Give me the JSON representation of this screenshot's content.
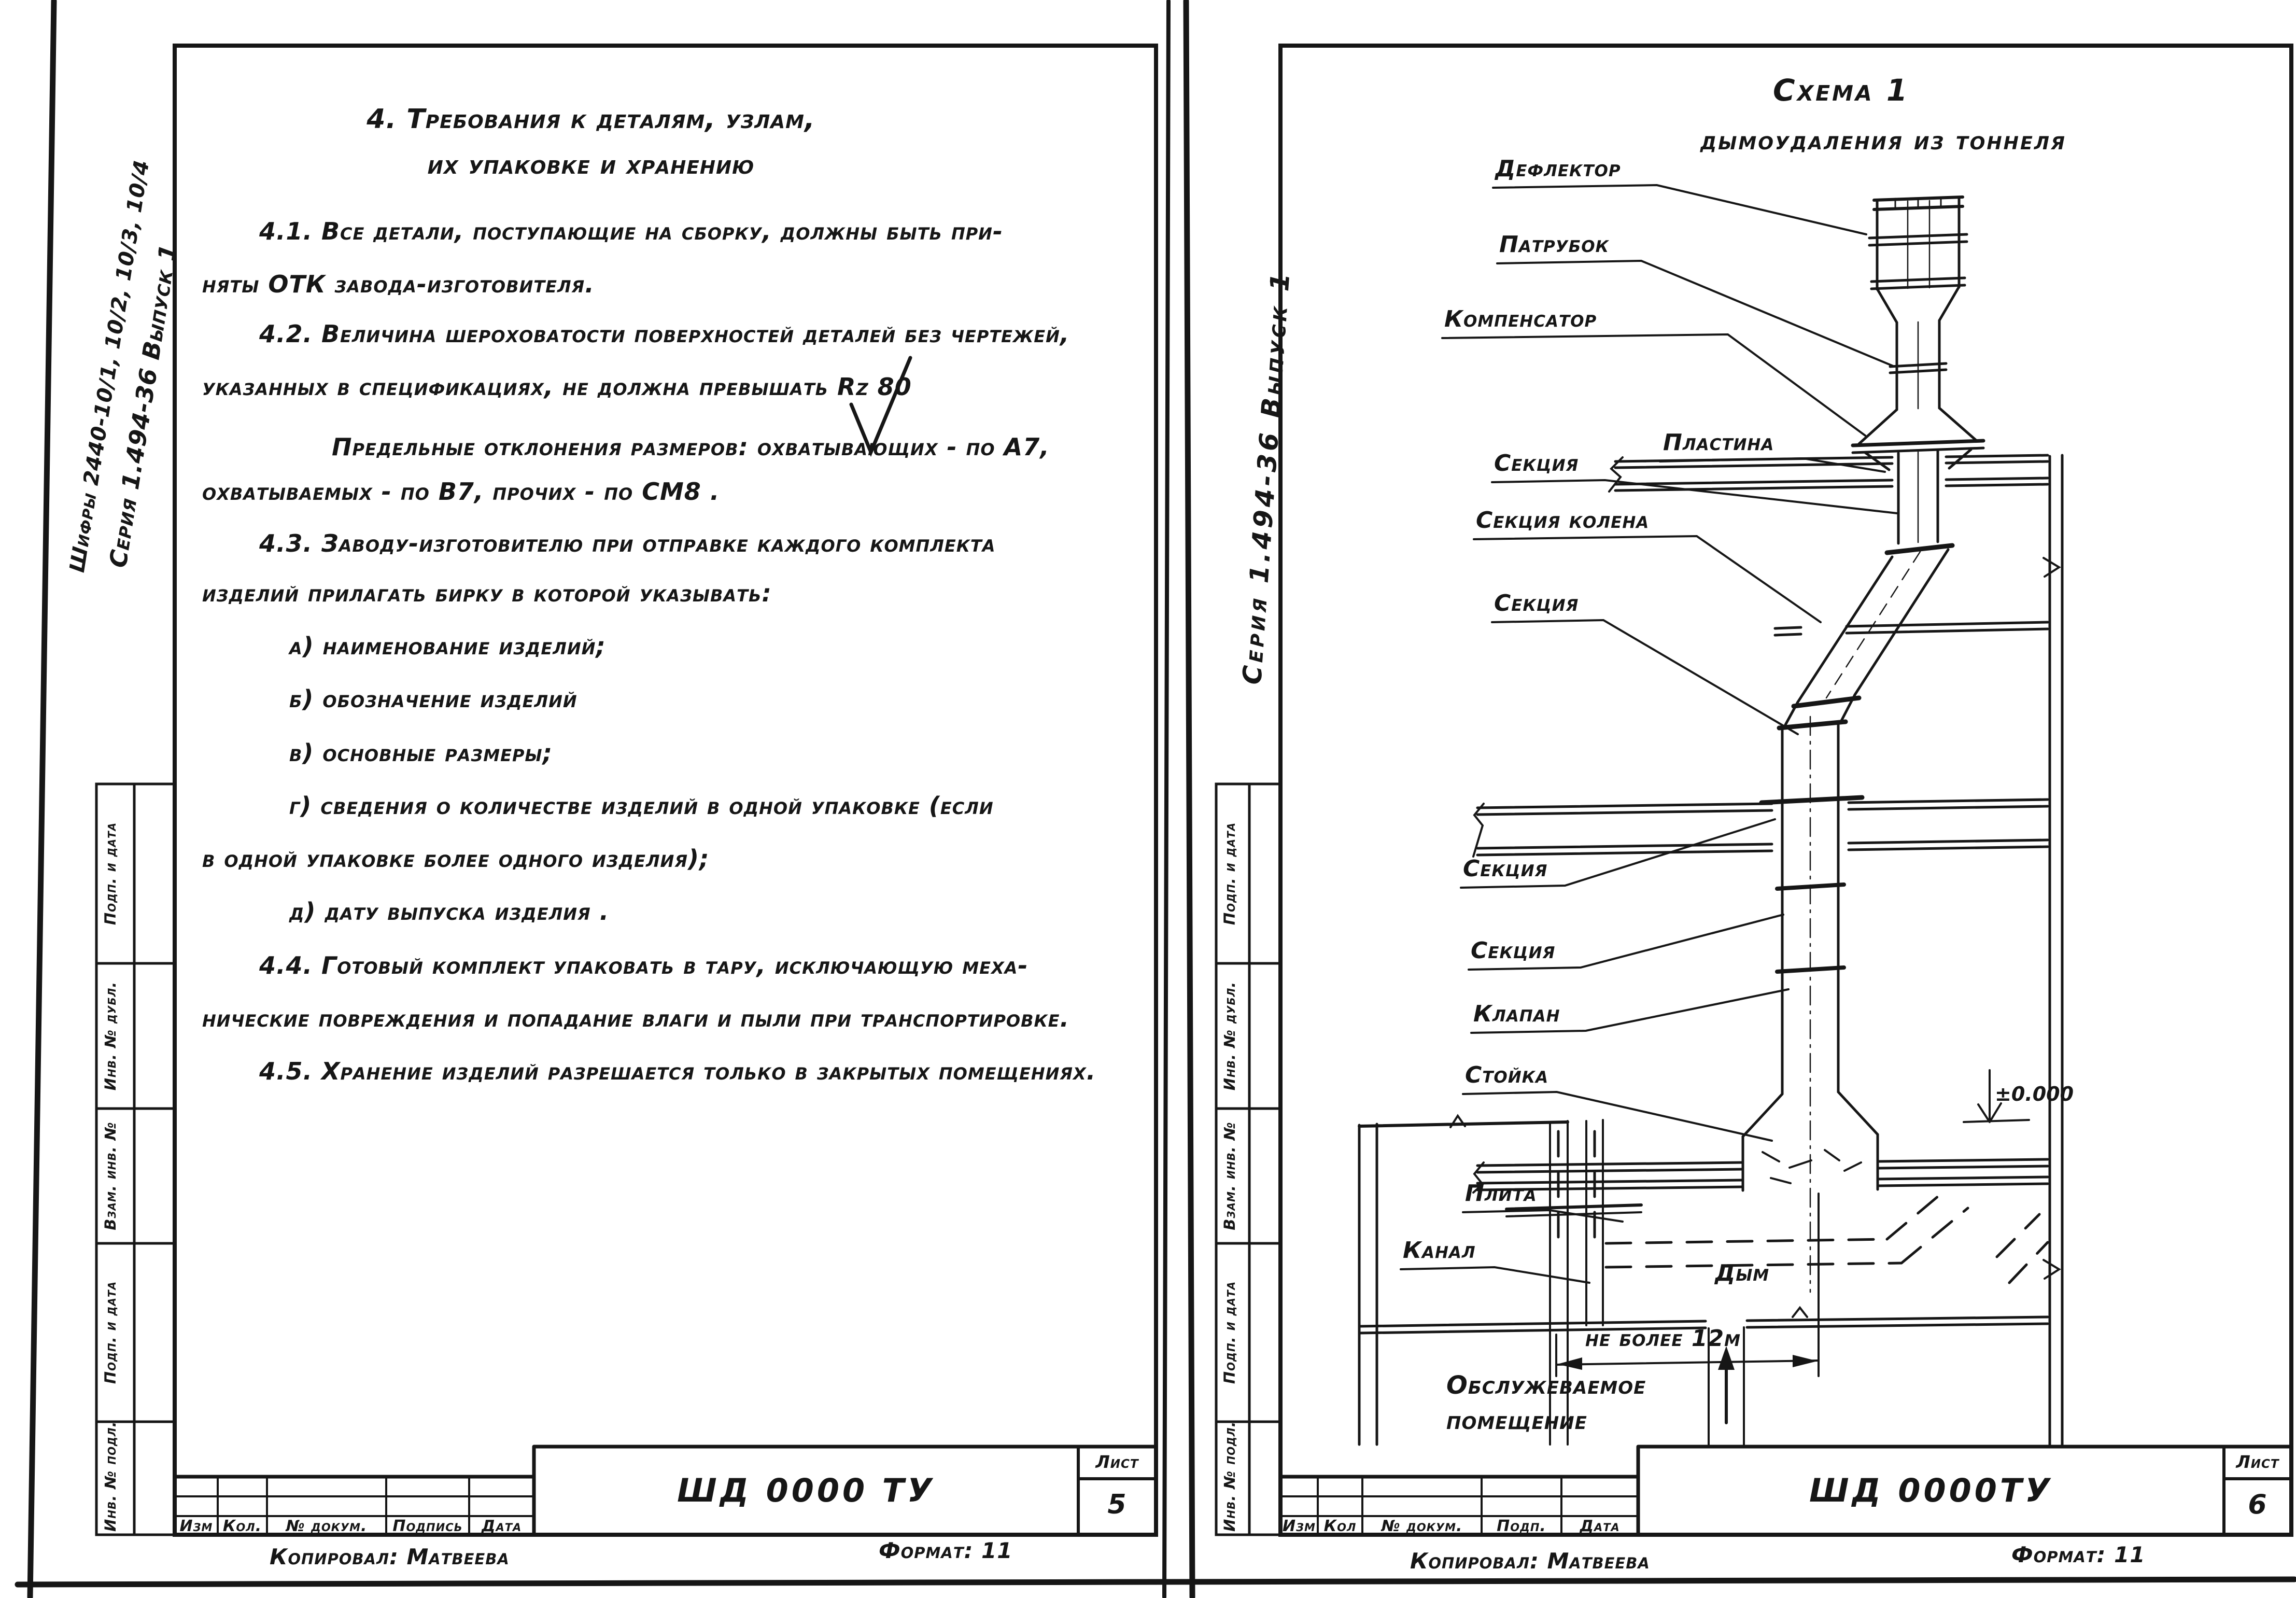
{
  "document": {
    "left_sheet": {
      "margin": {
        "codes": "Шифры 2440-10/1, 10/2, 10/3, 10/4",
        "series": "Серия 1.494-36  Выпуск 1"
      },
      "stamps": [
        "Подп. и дата",
        "Инв. № дубл.",
        "Взам. инв. №",
        "Подп. и дата",
        "Инв. № подл."
      ],
      "heading": {
        "line1": "4.  Требования к деталям, узлам,",
        "line2": "их упаковке и хранению"
      },
      "lines": [
        "4.1.  Все детали, поступающие на сборку, должны быть при-",
        "няты ОТК завода-изготовителя.",
        "4.2.  Величина шероховатости поверхностей деталей без чертежей,",
        "указанных в спецификациях, не должна превышать Rz 80",
        "Предельные отклонения размеров: охватывающих - по А7,",
        "охватываемых - по В7,  прочих - по СМ8 .",
        "4.3.  Заводу-изготовителю при отправке каждого комплекта",
        "изделий прилагать бирку в которой  указывать:",
        "а)  наименование  изделий;",
        "б)  обозначение  изделий",
        "в)  основные  размеры;",
        "г)  сведения о количестве изделий в одной упаковке (если",
        "в одной упаковке  более одного изделия);",
        "д)  дату выпуска  изделия .",
        "4.4.  Готовый комплект упаковать в  тару, исключающую меха-",
        "нические повреждения и попадание  влаги и пыли при транспортировке.",
        "4.5.  Хранение изделий разрешается только в закрытых помещениях."
      ],
      "title_block": {
        "cols": [
          "Изм",
          "Кол.",
          "№ докум.",
          "Подпись",
          "Дата"
        ],
        "doc_code": "ШД  0000 ТУ",
        "sheet_label": "Лист",
        "sheet_number": "5",
        "copied_by": "Копировал:  Матвеева",
        "format": "Формат: 11"
      }
    },
    "right_sheet": {
      "margin": {
        "series": "Серия  1.494-36  Выпуск 1"
      },
      "stamps": [
        "Подп. и дата",
        "Инв. № дубл.",
        "Взам. инв. №",
        "Подп. и дата",
        "Инв. № подл."
      ],
      "diagram": {
        "title": "Схема 1",
        "subtitle": "дымоудаления  из тоннеля",
        "labels": {
          "deflector": "Дефлектор",
          "patrubok": "Патрубок",
          "kompensator": "Компенсатор",
          "plastina": "Пластина",
          "sektsiya_1": "Секция",
          "sektsiya_kolena": "Секция  колена",
          "sektsiya_2": "Секция",
          "sektsiya_3": "Секция",
          "sektsiya_4": "Секция",
          "klapan": "Клапан",
          "stoyka": "Стойка",
          "plita": "Плита",
          "kanal": "Канал",
          "dym": "Дым"
        },
        "dimension": "не более  12м",
        "level_mark": "±0.000",
        "room_line1": "Обслужеваемое",
        "room_line2": "помещение"
      },
      "title_block": {
        "cols": [
          "Изм",
          "Кол",
          "№ докум.",
          "Подп.",
          "Дата"
        ],
        "doc_code": "ШД  0000ТУ",
        "sheet_label": "Лист",
        "sheet_number": "6",
        "copied_by": "Копировал:  Матвеева",
        "format": "Формат: 11"
      }
    }
  }
}
